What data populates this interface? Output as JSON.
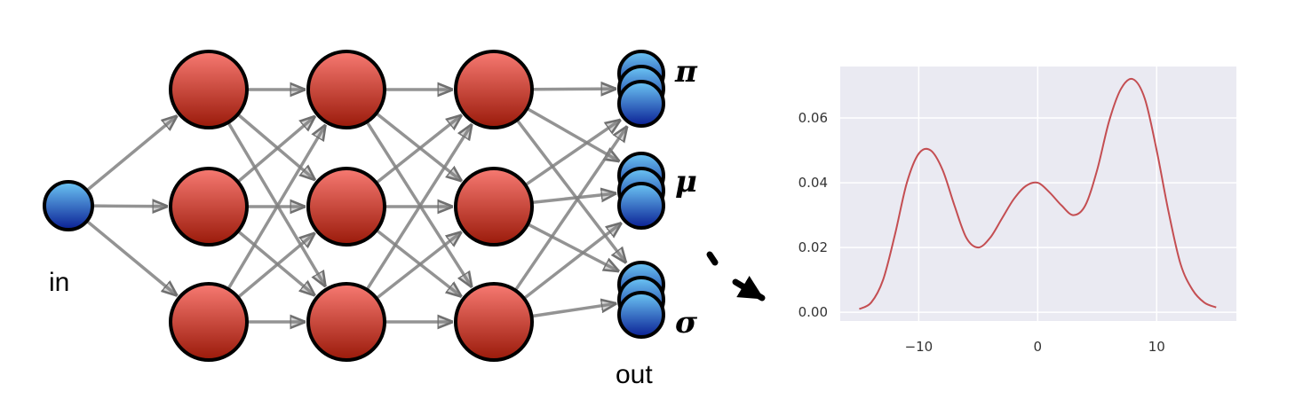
{
  "diagram": {
    "input_label": "in",
    "output_label": "out",
    "output_groups": [
      {
        "label": "π"
      },
      {
        "label": "μ"
      },
      {
        "label": "σ"
      }
    ],
    "hidden_layers": 3,
    "nodes_per_hidden_layer": 3,
    "nodes_per_output_group": 3,
    "colors": {
      "hidden_node_top": "#f77a72",
      "hidden_node_bottom": "#9a1a0a",
      "io_node_top": "#6cc6f5",
      "io_node_bottom": "#0a1f94",
      "edge": "#808080"
    }
  },
  "chart_data": {
    "type": "line",
    "title": "",
    "xlabel": "",
    "ylabel": "",
    "xlim": [
      -16.6,
      16.7
    ],
    "ylim": [
      -0.0027,
      0.0759
    ],
    "xticks": [
      -10,
      0,
      10
    ],
    "xtick_labels": [
      "−10",
      "0",
      "10"
    ],
    "yticks": [
      0.0,
      0.02,
      0.04,
      0.06
    ],
    "ytick_labels": [
      "0.00",
      "0.02",
      "0.04",
      "0.06"
    ],
    "grid": true,
    "background": "#eaeaf2",
    "line_color": "#c44e52",
    "series": [
      {
        "x": [
          -15,
          -14,
          -13,
          -12,
          -11,
          -10,
          -9,
          -8,
          -7,
          -6,
          -5,
          -4,
          -3,
          -2,
          -1,
          0,
          1,
          2,
          3,
          4,
          5,
          6,
          7,
          8,
          9,
          10,
          11,
          12,
          13,
          14,
          15
        ],
        "y": [
          0.001,
          0.003,
          0.01,
          0.024,
          0.04,
          0.049,
          0.05,
          0.044,
          0.033,
          0.023,
          0.02,
          0.023,
          0.029,
          0.035,
          0.039,
          0.04,
          0.037,
          0.033,
          0.03,
          0.033,
          0.044,
          0.059,
          0.069,
          0.072,
          0.066,
          0.05,
          0.031,
          0.015,
          0.007,
          0.003,
          0.0015
        ]
      }
    ]
  }
}
